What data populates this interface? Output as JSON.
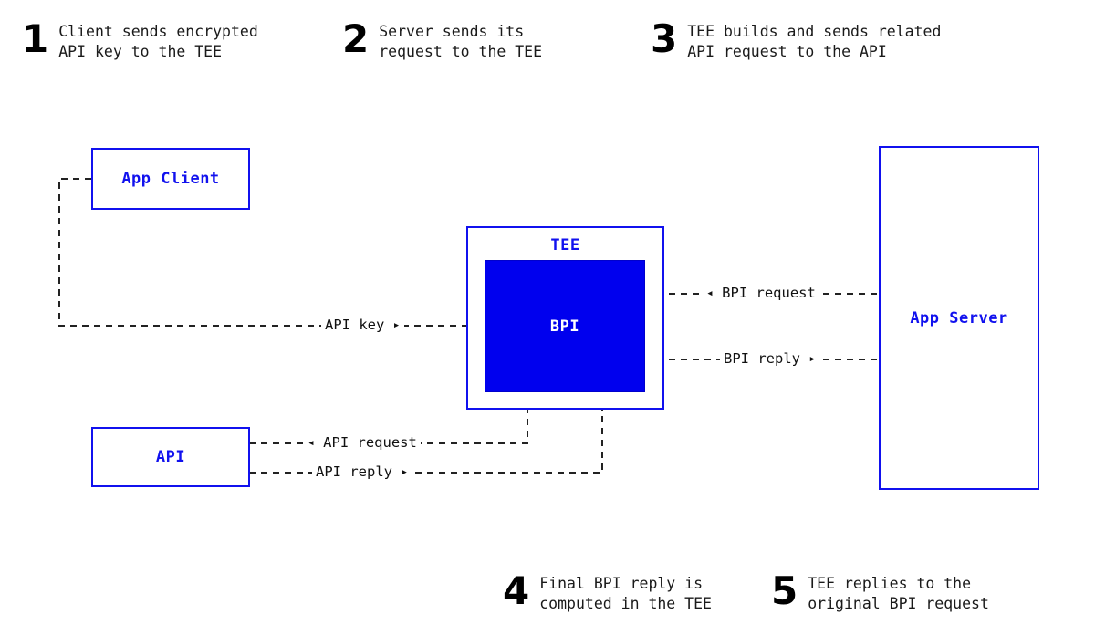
{
  "colors": {
    "accent_blue": "#1111EE",
    "fill_blue": "#0000EE",
    "text_black": "#111111",
    "background": "#FFFFFF"
  },
  "steps": [
    {
      "number": "1",
      "line1": "Client sends encrypted",
      "line2": "API key to the TEE"
    },
    {
      "number": "2",
      "line1": "Server sends its",
      "line2": "request to the TEE"
    },
    {
      "number": "3",
      "line1": "TEE builds and sends related",
      "line2": "API request to the API"
    },
    {
      "number": "4",
      "line1": "Final BPI reply is",
      "line2": "computed in the TEE"
    },
    {
      "number": "5",
      "line1": "TEE replies to the",
      "line2": "original BPI request"
    }
  ],
  "nodes": {
    "app_client": "App Client",
    "tee": "TEE",
    "bpi": "BPI",
    "app_server": "App Server",
    "api": "API"
  },
  "edges": [
    {
      "id": "api-key",
      "label": "API key",
      "arrow": "▸",
      "arrow_side": "right"
    },
    {
      "id": "bpi-request",
      "label": "BPI request",
      "arrow": "◂",
      "arrow_side": "left"
    },
    {
      "id": "bpi-reply",
      "label": "BPI reply",
      "arrow": "▸",
      "arrow_side": "right"
    },
    {
      "id": "api-request",
      "label": "API request",
      "arrow": "◂",
      "arrow_side": "left"
    },
    {
      "id": "api-reply",
      "label": "API reply",
      "arrow": "▸",
      "arrow_side": "right"
    }
  ]
}
